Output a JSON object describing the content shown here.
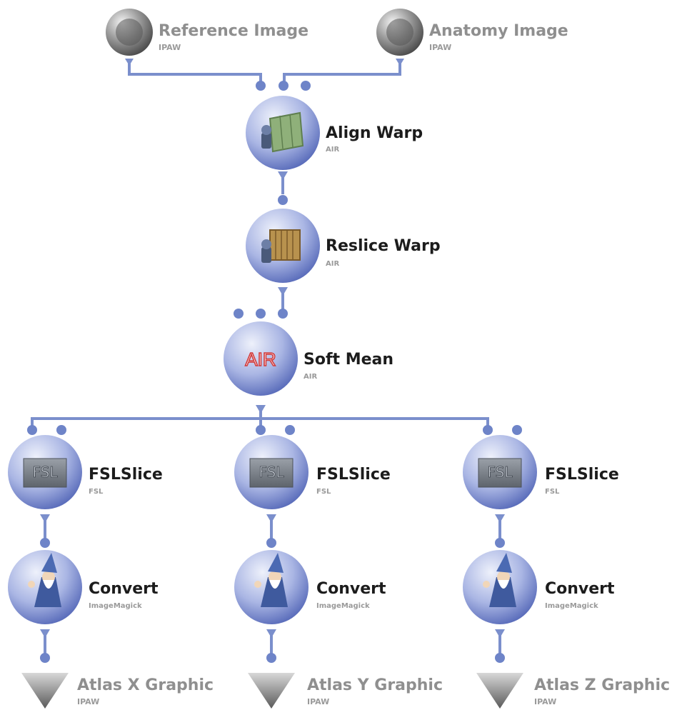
{
  "colors": {
    "connector": "#7b8fcc",
    "dot": "#6e84c8",
    "node_light": "#e3e8f8",
    "node_dark": "#5a6fbd",
    "title_dark": "#1c1c1c",
    "title_gray": "#8f8f8f",
    "sub_gray": "#9a9a9a",
    "air_red": "#d23a3a"
  },
  "nodes": {
    "reference_image": {
      "title": "Reference Image",
      "tool": "IPAW",
      "icon": "gray-sphere-icon"
    },
    "anatomy_image": {
      "title": "Anatomy Image",
      "tool": "IPAW",
      "icon": "gray-sphere-icon"
    },
    "align_warp": {
      "title": "Align Warp",
      "tool": "AIR",
      "icon": "warp-map-icon"
    },
    "reslice_warp": {
      "title": "Reslice Warp",
      "tool": "AIR",
      "icon": "reslice-stack-icon"
    },
    "soft_mean": {
      "title": "Soft Mean",
      "tool": "AIR",
      "icon": "air-logo-icon",
      "icon_text": "AIR"
    },
    "fsl_slices": [
      {
        "title": "FSLSlice",
        "tool": "FSL",
        "icon": "fsl-logo-icon",
        "icon_text": "FSL"
      },
      {
        "title": "FSLSlice",
        "tool": "FSL",
        "icon": "fsl-logo-icon",
        "icon_text": "FSL"
      },
      {
        "title": "FSLSlice",
        "tool": "FSL",
        "icon": "fsl-logo-icon",
        "icon_text": "FSL"
      }
    ],
    "converts": [
      {
        "title": "Convert",
        "tool": "ImageMagick",
        "icon": "wizard-icon"
      },
      {
        "title": "Convert",
        "tool": "ImageMagick",
        "icon": "wizard-icon"
      },
      {
        "title": "Convert",
        "tool": "ImageMagick",
        "icon": "wizard-icon"
      }
    ],
    "atlas_outputs": [
      {
        "title": "Atlas X Graphic",
        "tool": "IPAW",
        "icon": "gray-triangle-icon"
      },
      {
        "title": "Atlas Y Graphic",
        "tool": "IPAW",
        "icon": "gray-triangle-icon"
      },
      {
        "title": "Atlas Z Graphic",
        "tool": "IPAW",
        "icon": "gray-triangle-icon"
      }
    ]
  }
}
